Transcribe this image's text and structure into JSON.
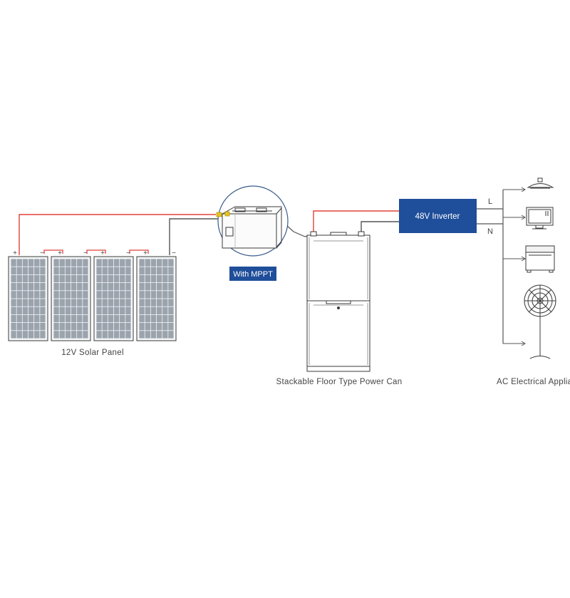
{
  "panels": {
    "label": "12V Solar Panel",
    "count": 4,
    "terminals": [
      "+",
      "−",
      "+",
      "−",
      "+",
      "−",
      "+",
      "−"
    ]
  },
  "controller": {
    "badge": "With MPPT"
  },
  "battery": {
    "label": "Stackable Floor Type Power Can",
    "modules": 2
  },
  "inverter": {
    "label": "48V Inverter",
    "line_label": "L",
    "neutral_label": "N"
  },
  "loads": {
    "label": "AC Electrical Applian",
    "icons": [
      "ceiling-lamp-icon",
      "monitor-icon",
      "freezer-icon",
      "fan-icon"
    ]
  },
  "colors": {
    "positive_wire": "#e0413a",
    "negative_wire": "#555555",
    "inverter_fill": "#1f4e9a",
    "badge_fill": "#1f4e9a",
    "panel_cell": "#9ba3ad",
    "outline": "#3a3a3a"
  }
}
